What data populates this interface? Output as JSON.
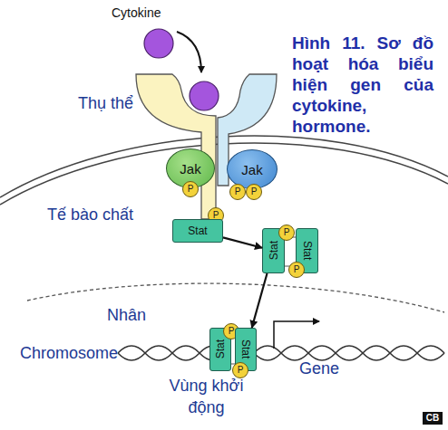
{
  "diagram": {
    "caption": "Hình 11. Sơ đồ hoạt hóa biểu hiện gen của cytokine, hormone.",
    "nodes": [
      {
        "text": [
          "Jak"
        ]
      },
      {
        "text": [
          "P"
        ]
      },
      {
        "text": [
          "Jak"
        ]
      },
      {
        "text": [
          "P"
        ]
      },
      {
        "text": [
          "P"
        ]
      },
      {
        "text": [
          "P"
        ]
      },
      {
        "text": [
          "Stat"
        ]
      },
      {
        "text": [
          "Stat"
        ]
      },
      {
        "text": [
          "P"
        ]
      },
      {
        "text": [
          "Stat"
        ]
      },
      {
        "text": [
          "P"
        ]
      },
      {
        "text": [
          "Stat"
        ]
      },
      {
        "text": [
          "P"
        ]
      },
      {
        "text": [
          "Stat"
        ]
      },
      {
        "text": [
          "P"
        ]
      }
    ],
    "edges": [
      {
        "from": 6,
        "to": 7,
        "arrow": "to"
      },
      {
        "from": 7,
        "to": 13,
        "arrow": "to"
      }
    ],
    "labels": [
      "Cytokine",
      "Thụ thể",
      "Tế bào chất",
      "Nhân",
      "Chromosome",
      "Gene",
      "Vùng khởi động",
      "CB"
    ]
  }
}
